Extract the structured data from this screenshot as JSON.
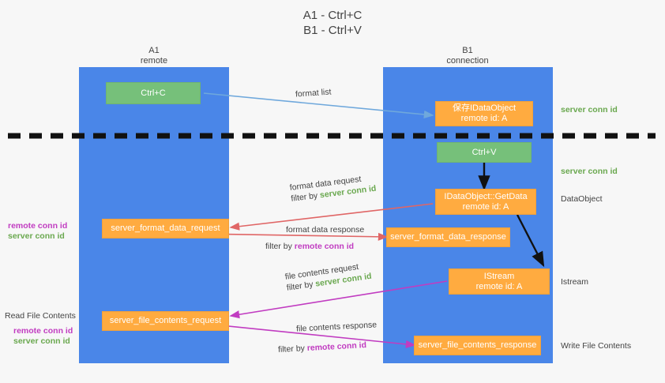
{
  "diagram": {
    "title": "A1 - Ctrl+C\nB1 - Ctrl+V",
    "lanes": [
      {
        "id": "a1",
        "title": "A1\nremote"
      },
      {
        "id": "b1",
        "title": "B1\nconnection"
      }
    ],
    "boxes": {
      "ctrl_c": {
        "line1": "Ctrl+C",
        "line2": "",
        "color": "#76c07a"
      },
      "ctrl_v": {
        "line1": "Ctrl+V",
        "line2": "",
        "color": "#76c07a"
      },
      "idataobject": {
        "line1": "保存IDataObject",
        "line2": "remote id: A",
        "color": "#ffab40"
      },
      "getdata": {
        "line1": "IDataObject::GetData",
        "line2": "remote id: A",
        "color": "#ffab40"
      },
      "istream": {
        "line1": "IStream",
        "line2": "remote id: A",
        "color": "#ffab40"
      },
      "fmt_req": {
        "line1": "server_format_data_request",
        "line2": "",
        "color": "#ffab40"
      },
      "fmt_resp": {
        "line1": "server_format_data_response",
        "line2": "",
        "color": "#ffab40"
      },
      "file_req": {
        "line1": "server_file_contents_request",
        "line2": "",
        "color": "#ffab40"
      },
      "file_resp": {
        "line1": "server_file_contents_response",
        "line2": "",
        "color": "#ffab40"
      }
    },
    "edge_labels": {
      "format_list": "format list",
      "format_data_request": "format data request",
      "format_data_request_filter_prefix": "filter by ",
      "format_data_request_filter_key": "server conn id",
      "format_data_response": "format data response",
      "format_data_response_filter_prefix": "filter by ",
      "format_data_response_filter_key": "remote conn id",
      "file_contents_request": "file contents request",
      "file_contents_request_filter_prefix": "filter by ",
      "file_contents_request_filter_key": "server conn id",
      "file_contents_response": "file contents response",
      "file_contents_response_filter_prefix": "filter by ",
      "file_contents_response_filter_key": "remote conn id"
    },
    "right_labels": {
      "server_conn_id_top": "server conn id",
      "server_conn_id_mid": "server conn id",
      "dataobject": "DataObject",
      "istream": "Istream",
      "write_file_contents": "Write File Contents"
    },
    "left_labels": {
      "remote_conn_id_1": "remote conn id",
      "server_conn_id_1": "server conn id",
      "read_file_contents": "Read File Contents",
      "remote_conn_id_2": "remote conn id",
      "server_conn_id_2": "server conn id"
    },
    "colors": {
      "lane": "#4a86e8",
      "orange": "#ffab40",
      "green_box": "#76c07a",
      "green_text": "#6aa84f",
      "magenta_text": "#c13cc1",
      "red_arrow": "#e06666",
      "blue_arrow": "#6fa8dc",
      "magenta_arrow": "#c13cc1",
      "dark_arrow": "#000000",
      "background": "#f7f7f7"
    }
  }
}
